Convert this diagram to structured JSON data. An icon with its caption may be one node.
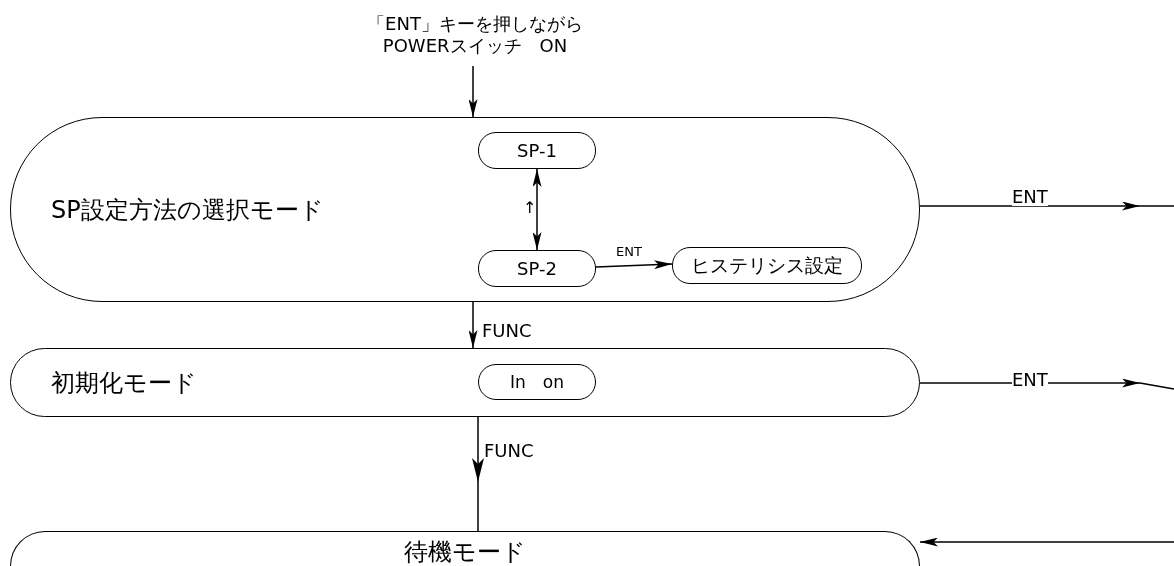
{
  "diagram": {
    "nodes": [
      {
        "text": [
          "「ENT」キーを押しながらPOWERスイッチ　ON"
        ]
      },
      {
        "text": [
          "SP設定方法の選択モード"
        ]
      },
      {
        "text": [
          "SP-1"
        ],
        "in": 1
      },
      {
        "text": [
          "SP-2"
        ],
        "in": 1
      },
      {
        "text": [
          "ヒステリシス設定"
        ],
        "in": 1
      },
      {
        "text": [
          "初期化モード"
        ]
      },
      {
        "text": [
          "In　on"
        ],
        "in": 5
      },
      {
        "text": [
          "待機モード"
        ]
      }
    ],
    "edges": [
      {
        "from": 0,
        "to": 1,
        "arrow": "to"
      },
      {
        "from": 2,
        "to": 3,
        "arrow": "both",
        "label": "↑"
      },
      {
        "from": 3,
        "to": 4,
        "arrow": "to",
        "label": "ENT"
      },
      {
        "from": 1,
        "to": null,
        "arrow": "to",
        "label": "ENT"
      },
      {
        "from": 1,
        "to": 5,
        "arrow": "to",
        "label": "FUNC"
      },
      {
        "from": 5,
        "to": null,
        "arrow": "to",
        "label": "ENT"
      },
      {
        "from": 5,
        "to": 7,
        "arrow": "to",
        "label": "FUNC"
      },
      {
        "from": null,
        "to": 7,
        "arrow": "to"
      }
    ]
  }
}
